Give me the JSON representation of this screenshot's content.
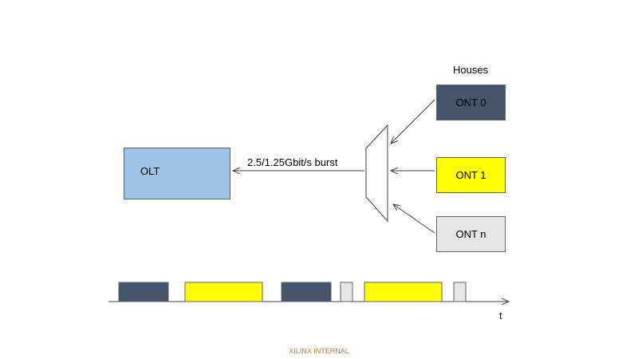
{
  "colors": {
    "olt": "#9dc3e6",
    "ont0": "#44546a",
    "ont1": "#ffff00",
    "ontn": "#e7e6e6",
    "footer": "#c07a2f",
    "line": "#404040"
  },
  "labels": {
    "houses": "Houses",
    "olt": "OLT",
    "burst": "2.5/1.25Gbit/s burst",
    "ont0": "ONT 0",
    "ont1": "ONT 1",
    "ontn": "ONT n",
    "time_axis": "t",
    "footer": "XILINX  INTERNAL"
  },
  "timeline": {
    "bursts": [
      {
        "source": "ONT 0",
        "color": "#44546a"
      },
      {
        "source": "ONT 1",
        "color": "#ffff00"
      },
      {
        "source": "ONT 0",
        "color": "#44546a"
      },
      {
        "source": "ONT n",
        "color": "#e7e6e6"
      },
      {
        "source": "ONT 1",
        "color": "#ffff00"
      },
      {
        "source": "ONT n",
        "color": "#e7e6e6"
      }
    ]
  }
}
